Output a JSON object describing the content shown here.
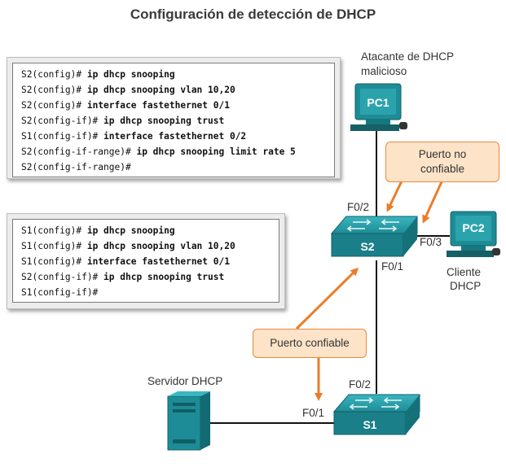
{
  "title": "Configuración de detección de DHCP",
  "cli_boxes": [
    {
      "lines": [
        {
          "prompt": "S2(config)#",
          "cmd": "ip dhcp snooping"
        },
        {
          "prompt": "S2(config)#",
          "cmd": "ip dhcp snooping vlan 10,20"
        },
        {
          "prompt": "S2(config)#",
          "cmd": "interface fastethernet 0/1"
        },
        {
          "prompt": "S2(config-if)#",
          "cmd": "ip dhcp snooping trust"
        },
        {
          "prompt": "S1(config-if)#",
          "cmd": "interface fastethernet 0/2"
        },
        {
          "prompt": "S2(config-if-range)#",
          "cmd": "ip dhcp snooping limit rate 5"
        },
        {
          "prompt": "S2(config-if-range)#",
          "cmd": ""
        }
      ]
    },
    {
      "lines": [
        {
          "prompt": "S1(config)#",
          "cmd": "ip dhcp snooping"
        },
        {
          "prompt": "S1(config)#",
          "cmd": "ip dhcp snooping vlan 10,20"
        },
        {
          "prompt": "S1(config)#",
          "cmd": "interface fastethernet 0/1"
        },
        {
          "prompt": "S2(config-if)#",
          "cmd": "ip dhcp snooping trust"
        },
        {
          "prompt": "S1(config-if)#",
          "cmd": ""
        }
      ]
    }
  ],
  "devices": {
    "pc1": {
      "label": "PC1",
      "caption_line1": "Atacante de DHCP",
      "caption_line2": "malicioso"
    },
    "pc2": {
      "label": "PC2",
      "caption_line1": "Cliente",
      "caption_line2": "DHCP"
    },
    "s2": {
      "label": "S2"
    },
    "s1": {
      "label": "S1"
    },
    "server": {
      "caption": "Servidor DHCP"
    }
  },
  "ports": {
    "s2_f02": "F0/2",
    "s2_f03": "F0/3",
    "s2_f01": "F0/1",
    "s1_f02": "F0/2",
    "s1_f01": "F0/1"
  },
  "callouts": {
    "untrusted_line1": "Puerto no",
    "untrusted_line2": "confiable",
    "trusted": "Puerto confiable"
  },
  "colors": {
    "device_teal": "#1e8c96",
    "callout_fill": "#fde3c8",
    "arrow_orange": "#ea7d2a"
  }
}
